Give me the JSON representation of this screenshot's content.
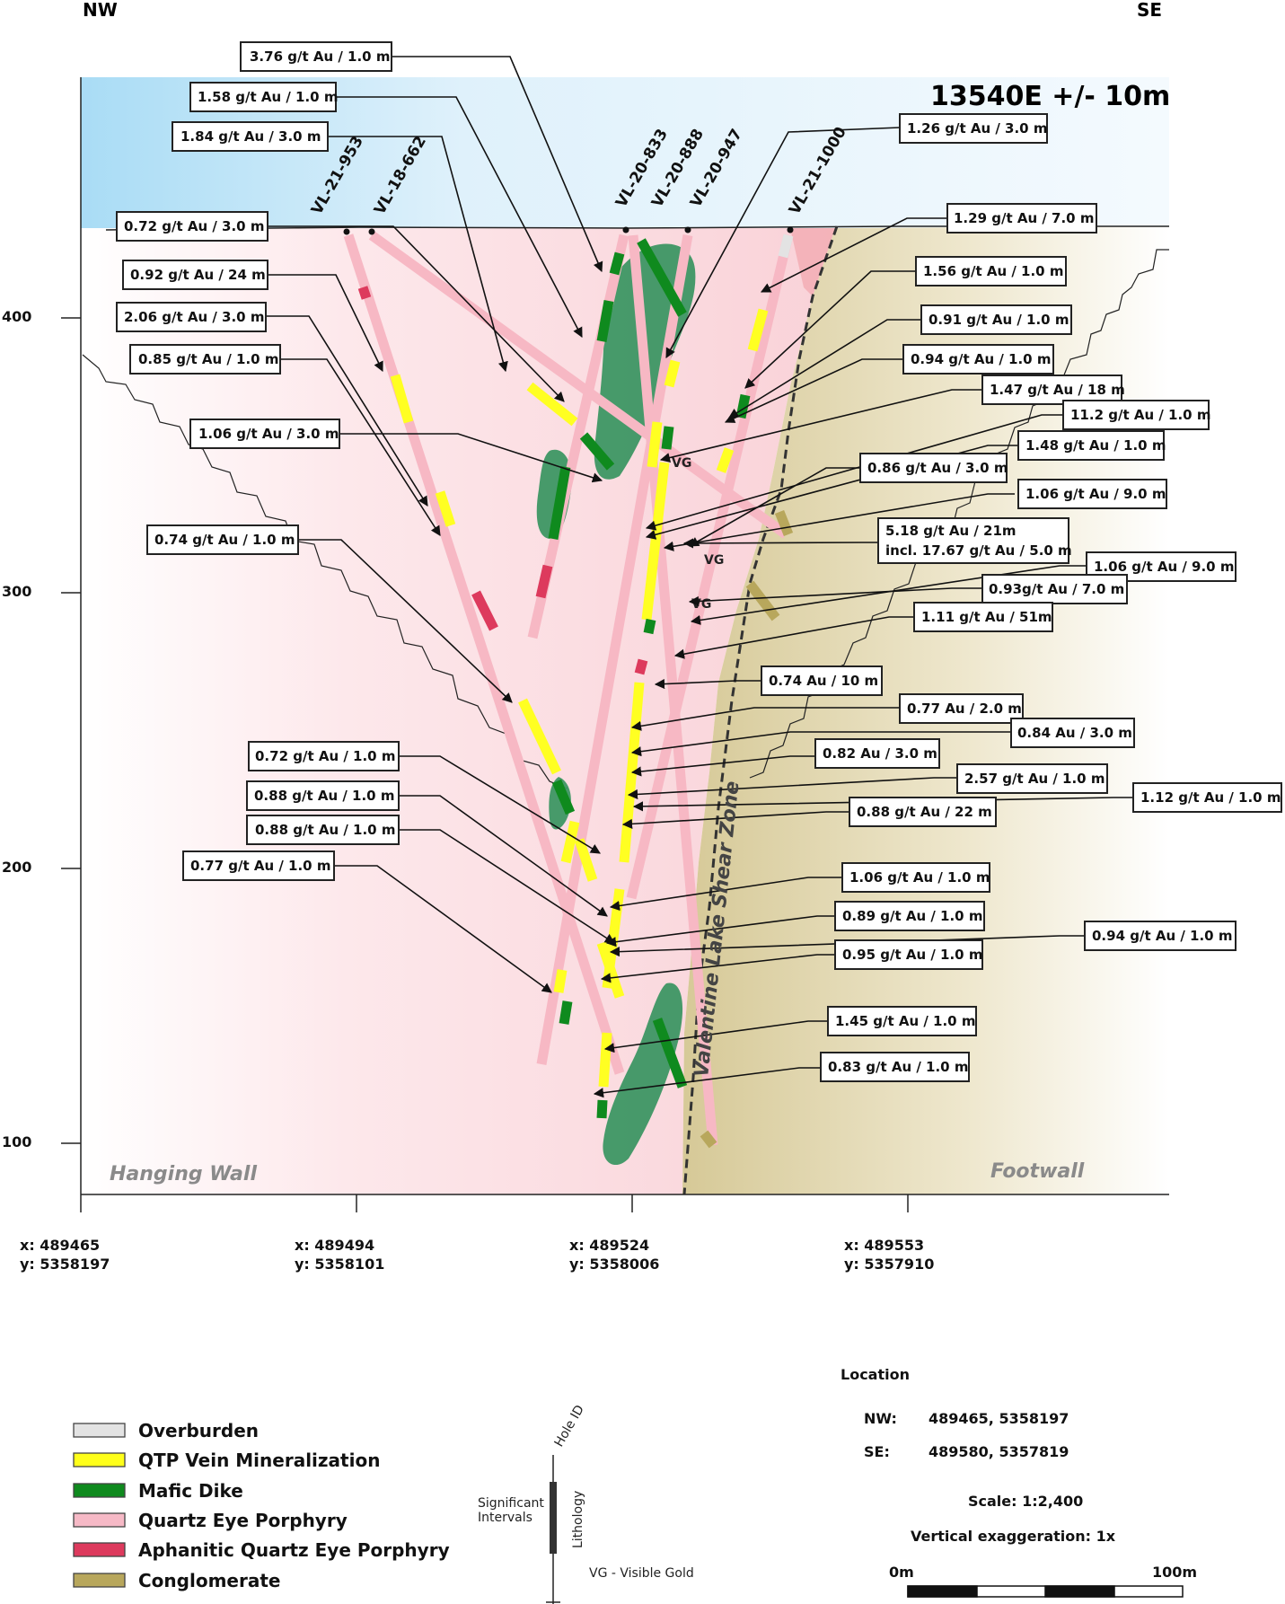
{
  "header": {
    "nw": "NW",
    "se": "SE",
    "section_title": "13540E +/- 10m"
  },
  "elevation_ticks": [
    "400",
    "300",
    "200",
    "100"
  ],
  "holes": [
    "VL-21-953",
    "VL-18-662",
    "VL-20-833",
    "VL-20-888",
    "VL-20-947",
    "VL-21-1000"
  ],
  "zone_labels": {
    "hanging_wall": "Hanging Wall",
    "footwall": "Footwall",
    "shear_zone": "Valentine Lake Shear Zone",
    "vg": "VG"
  },
  "intervals": [
    "3.76 g/t Au / 1.0 m",
    "1.58 g/t Au / 1.0 m",
    "1.84 g/t Au / 3.0 m",
    "0.72 g/t Au / 3.0 m",
    "0.92 g/t Au / 24 m",
    "2.06 g/t Au / 3.0 m",
    "0.85 g/t Au / 1.0 m",
    "1.06 g/t Au / 3.0 m",
    "0.74 g/t Au / 1.0 m",
    "0.72 g/t Au / 1.0 m",
    "0.88 g/t Au / 1.0 m",
    "0.88 g/t Au / 1.0 m",
    "0.77 g/t Au / 1.0 m",
    "1.26 g/t Au / 3.0 m",
    "1.29 g/t Au / 7.0 m",
    "1.56 g/t Au / 1.0 m",
    "0.91 g/t Au / 1.0 m",
    "0.94 g/t Au / 1.0 m",
    "1.47 g/t Au / 18 m",
    "11.2 g/t Au / 1.0 m",
    "1.48 g/t Au / 1.0 m",
    "0.86 g/t Au / 3.0 m",
    "1.06 g/t Au / 9.0 m",
    "5.18 g/t Au / 21m",
    "incl. 17.67 g/t Au / 5.0 m",
    "1.06 g/t Au / 9.0 m",
    "0.93g/t Au / 7.0 m",
    "1.11 g/t Au / 51m",
    "0.74 Au / 10 m",
    "0.77 Au / 2.0 m",
    "0.84 Au / 3.0 m",
    "0.82 Au / 3.0 m",
    "2.57 g/t Au / 1.0 m",
    "1.12 g/t Au / 1.0 m",
    "0.88 g/t Au / 22 m",
    "1.06 g/t Au / 1.0 m",
    "0.89 g/t Au / 1.0 m",
    "0.94 g/t Au / 1.0 m",
    "0.95 g/t Au / 1.0 m",
    "1.45 g/t Au / 1.0 m",
    "0.83 g/t Au / 1.0 m"
  ],
  "coordinates": [
    {
      "x": "x: 489465",
      "y": "y: 5358197"
    },
    {
      "x": "x: 489494",
      "y": "y: 5358101"
    },
    {
      "x": "x: 489524",
      "y": "y: 5358006"
    },
    {
      "x": "x: 489553",
      "y": "y: 5357910"
    }
  ],
  "legend": [
    {
      "label": "Overburden",
      "color": "#e3e3e3"
    },
    {
      "label": "QTP Vein Mineralization",
      "color": "#ffff1a"
    },
    {
      "label": "Mafic Dike",
      "color": "#0f8a1e"
    },
    {
      "label": "Quartz Eye Porphyry",
      "color": "#f6b9c6"
    },
    {
      "label": "Aphanitic Quartz Eye Porphyry",
      "color": "#dd3a5d"
    },
    {
      "label": "Conglomerate",
      "color": "#b8a75c"
    }
  ],
  "key": {
    "hole_id": "Hole ID",
    "significant_intervals_1": "Significant",
    "significant_intervals_2": "Intervals",
    "lithology": "Lithology",
    "vg_note": "VG - Visible Gold"
  },
  "location": {
    "title": "Location",
    "nw_label": "NW:",
    "nw_value": "489465, 5358197",
    "se_label": "SE:",
    "se_value": "489580, 5357819",
    "scale": "Scale: 1:2,400",
    "vertical_exaggeration": "Vertical exaggeration: 1x",
    "scale_start": "0m",
    "scale_end": "100m"
  },
  "colors": {
    "sky": "#d9eefb",
    "hanging_wall": "#fbe3e6",
    "footwall": "#ddd2a6",
    "mafic_body": "#3f9a63"
  }
}
